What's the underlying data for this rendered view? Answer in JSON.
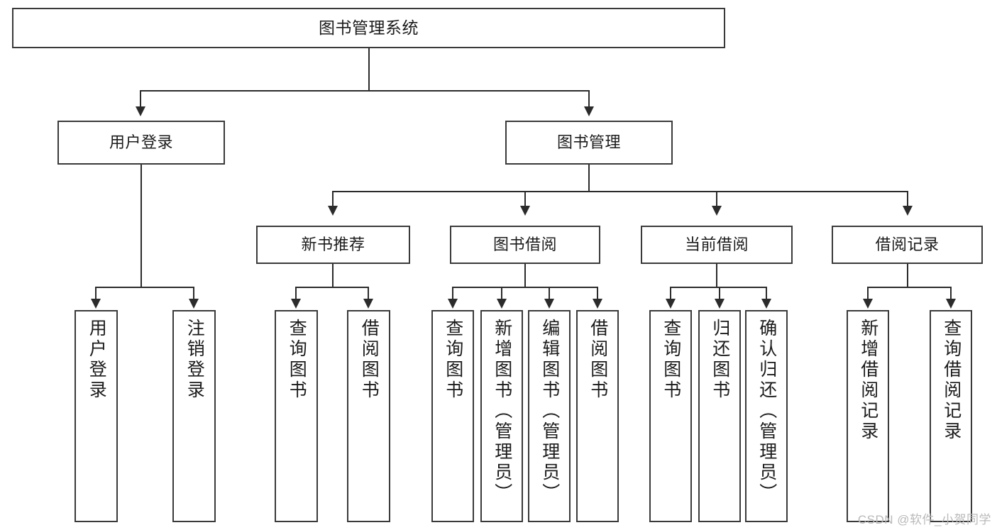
{
  "diagram": {
    "title": "图书管理系统",
    "root": {
      "label": "图书管理系统"
    },
    "level2": [
      {
        "label": "用户登录"
      },
      {
        "label": "图书管理"
      }
    ],
    "level3": [
      {
        "label": "新书推荐"
      },
      {
        "label": "图书借阅"
      },
      {
        "label": "当前借阅"
      },
      {
        "label": "借阅记录"
      }
    ],
    "leaves": {
      "user_login": [
        {
          "label": "用户登录"
        },
        {
          "label": "注销登录"
        }
      ],
      "new_book_recommend": [
        {
          "label": "查询图书"
        },
        {
          "label": "借阅图书"
        }
      ],
      "book_borrow": [
        {
          "label": "查询图书"
        },
        {
          "label": "新增图书（管理员）"
        },
        {
          "label": "编辑图书（管理员）"
        },
        {
          "label": "借阅图书"
        }
      ],
      "current_borrow": [
        {
          "label": "查询图书"
        },
        {
          "label": "归还图书"
        },
        {
          "label": "确认归还（管理员）"
        }
      ],
      "borrow_record": [
        {
          "label": "新增借阅记录"
        },
        {
          "label": "查询借阅记录"
        }
      ]
    }
  },
  "watermark": {
    "text": "CSDN @软件_小贺同学"
  },
  "colors": {
    "box_border": "#3a3a3a",
    "line": "#2b2b2b",
    "text": "#1b1b1b",
    "background": "#ffffff",
    "watermark": "#b9b9b9"
  }
}
